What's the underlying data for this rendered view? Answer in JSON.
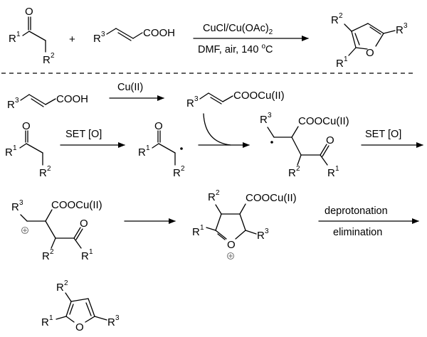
{
  "diagram": {
    "title": "Copper-catalyzed furan synthesis from ketones and acrylic acids",
    "overall_reaction": {
      "reactant1": {
        "R_a": "R",
        "R_a_sup": "1",
        "R_b": "R",
        "R_b_sup": "2",
        "O": "O"
      },
      "plus": "+",
      "reactant2": {
        "R": "R",
        "R_sup": "3",
        "group": "COOH"
      },
      "conditions_top": "CuCl/Cu(OAc)",
      "conditions_top_sub": "2",
      "conditions_bottom": "DMF, air, 140 ",
      "conditions_bottom_deg": "o",
      "conditions_bottom_unit": "C",
      "product": {
        "R2": "R",
        "R2_sup": "2",
        "R3": "R",
        "R3_sup": "3",
        "R1": "R",
        "R1_sup": "1",
        "O": "O"
      }
    },
    "mechanism": {
      "step1": {
        "R": "R",
        "R_sup": "3",
        "group": "COOH",
        "reagent": "Cu(II)",
        "product_group": "COOCu(II)"
      },
      "step2": {
        "reagent": "SET [O]",
        "radical_dot": "•"
      },
      "step3": {
        "group": "COOCu(II)",
        "O": "O",
        "radical_dot": "•"
      },
      "step4": {
        "reagent": "SET [O]",
        "cation": "+",
        "group": "COOCu(II)"
      },
      "step5": {
        "group": "COOCu(II)",
        "cation": "+",
        "O": "O"
      },
      "step6": {
        "reagent_top": "deprotonation",
        "reagent_bottom": "elimination"
      },
      "final_product": {
        "O": "O"
      }
    },
    "labels": {
      "R": "R",
      "one": "1",
      "two": "2",
      "three": "3"
    }
  }
}
